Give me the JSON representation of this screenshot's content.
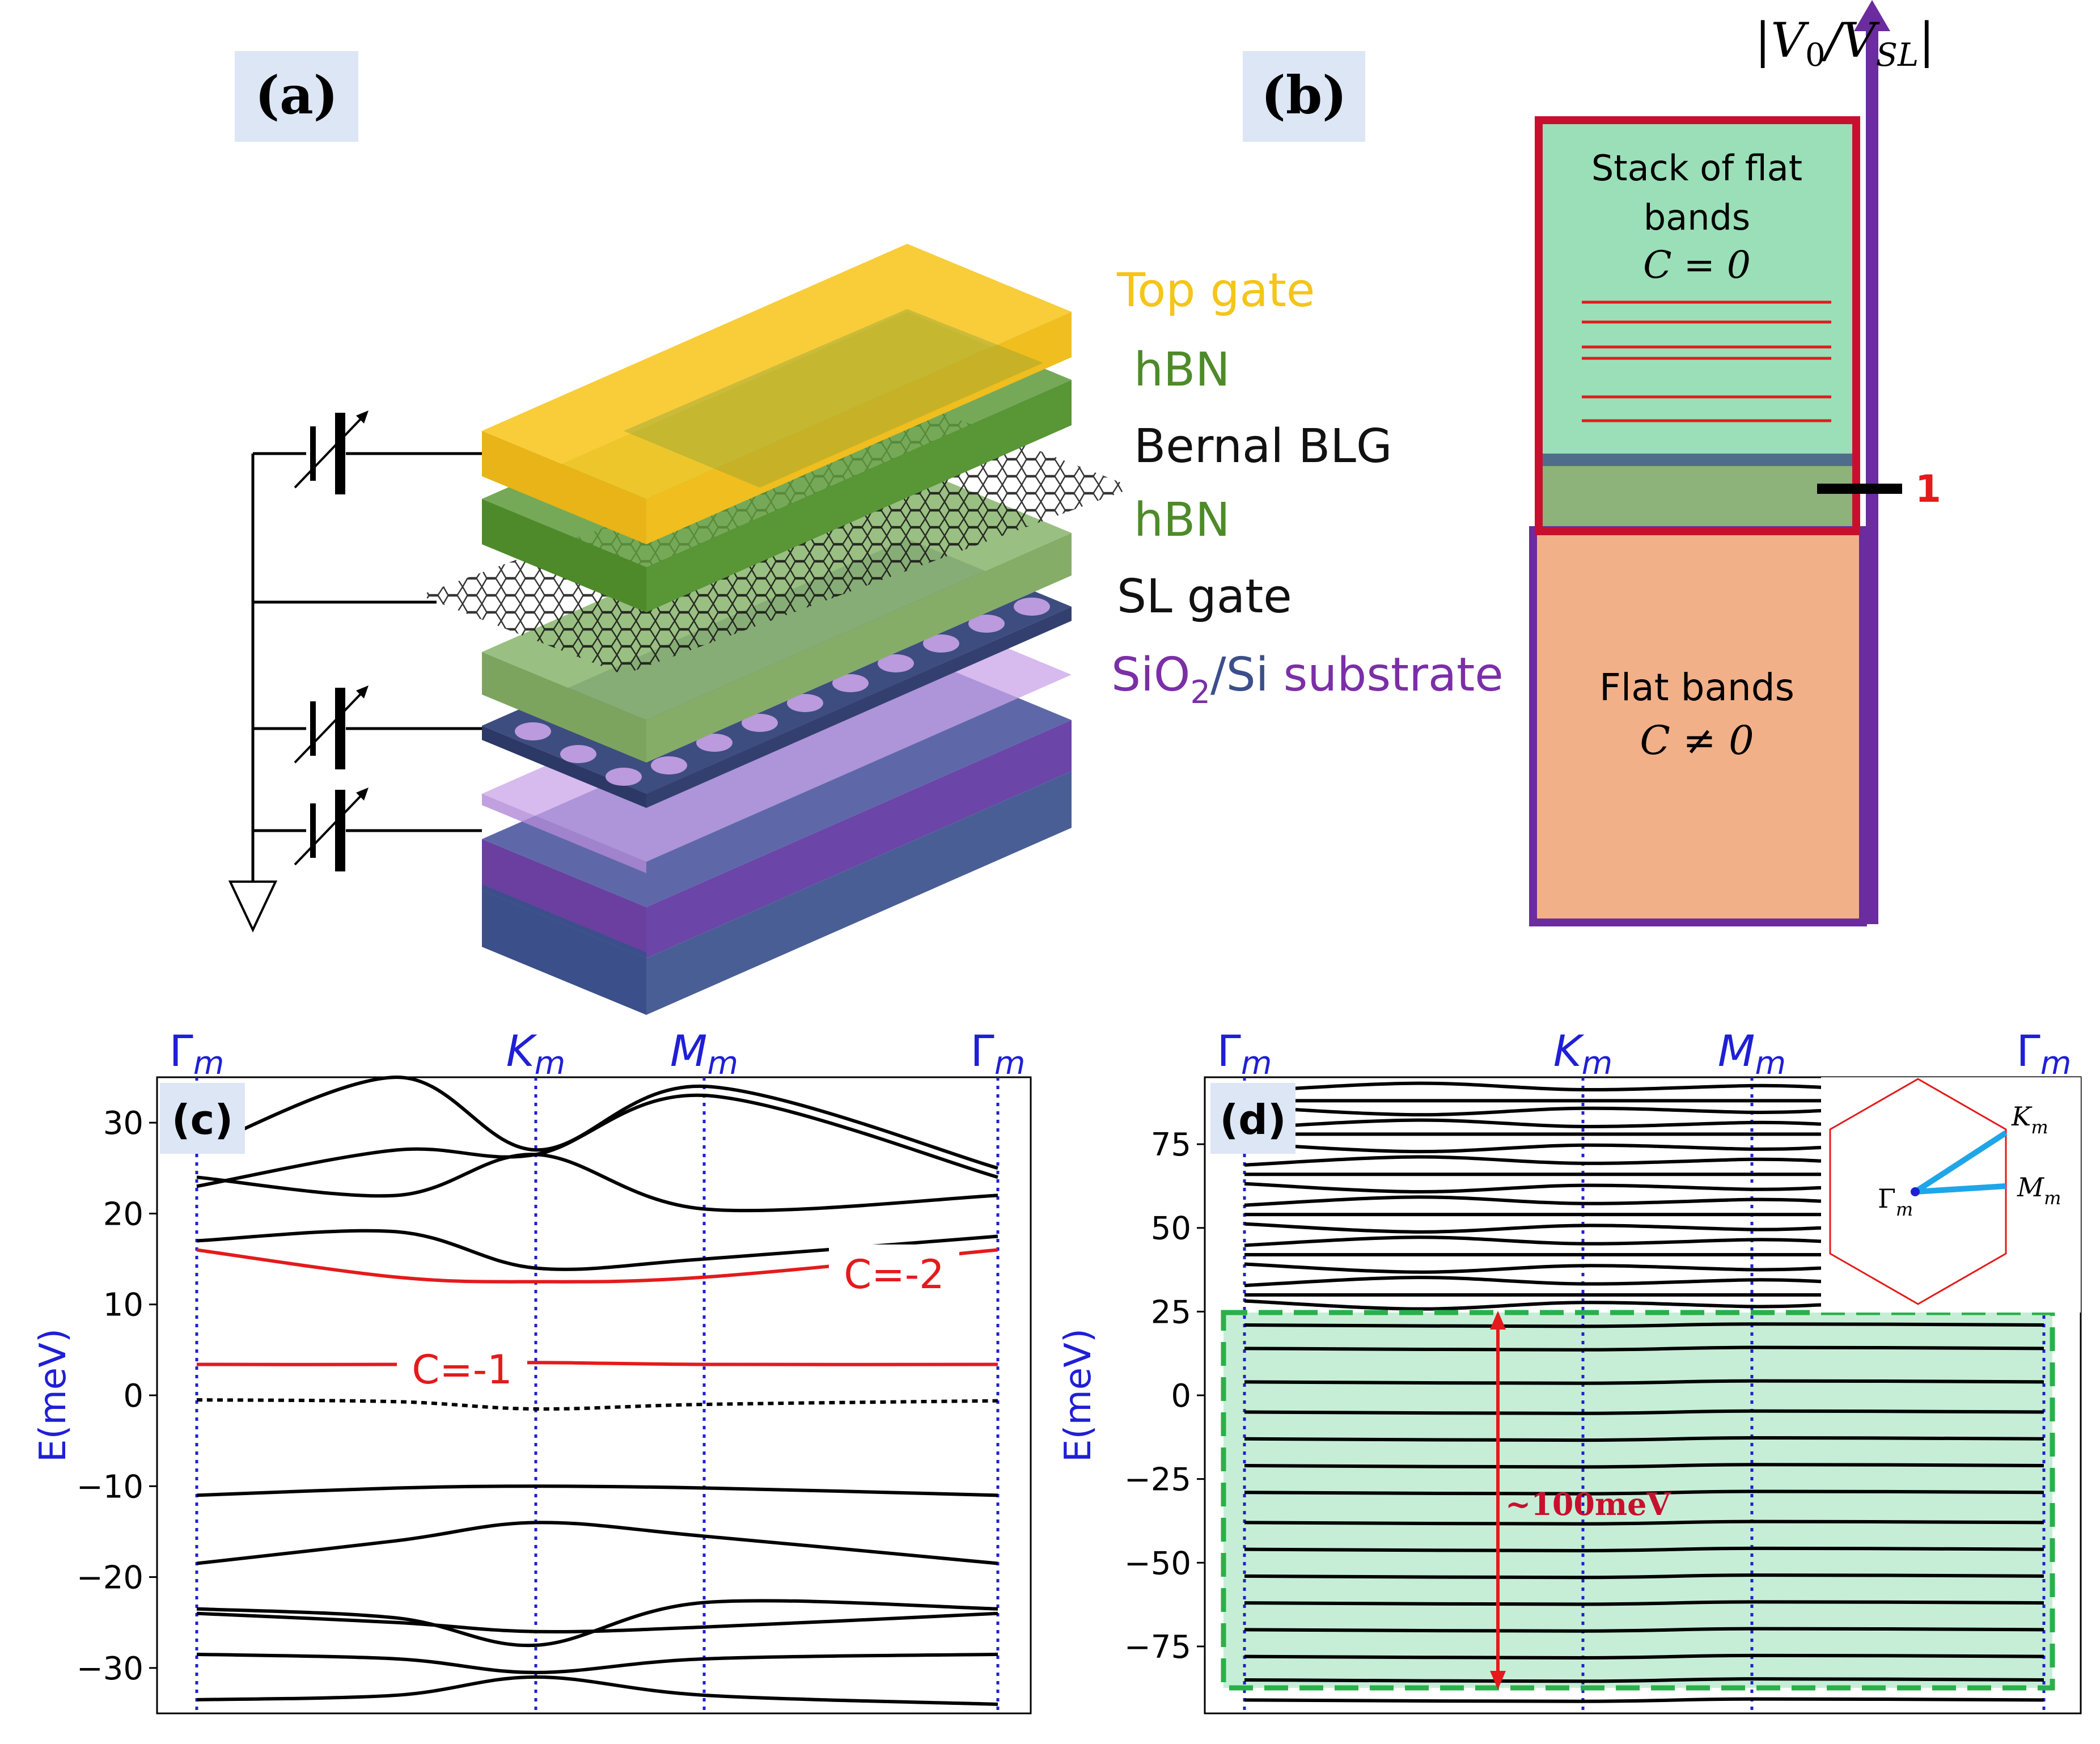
{
  "panel_labels": {
    "a": "(a)",
    "b": "(b)",
    "c": "(c)",
    "d": "(d)"
  },
  "panel_a": {
    "layers": [
      {
        "label": "Top gate",
        "color": "#f5c518"
      },
      {
        "label": "hBN",
        "color": "#4e8a2a"
      },
      {
        "label": "Bernal BLG",
        "color": "#111111"
      },
      {
        "label": "hBN",
        "color": "#4e8a2a"
      },
      {
        "label": "SL gate",
        "color": "#111111"
      }
    ],
    "substrate": {
      "sio": "SiO",
      "sub": "2",
      "slash": "/",
      "si": "Si",
      "word": " substrate",
      "sio_color": "#7b2fa6",
      "si_color": "#3b4f8a"
    },
    "icons": [
      "variable-battery-icon",
      "variable-battery-icon",
      "variable-battery-icon",
      "ground-icon"
    ]
  },
  "panel_b": {
    "axis_label": "|V0/VSL|",
    "top_box": {
      "line1": "Stack of  flat",
      "line2": "bands",
      "chern": "C = 0",
      "color": "#9adfb8"
    },
    "bottom_box": {
      "line1": "Flat bands",
      "chern": "C ≠ 0",
      "color": "#f2b088"
    },
    "marker": "1",
    "frame_color": "#c8102e",
    "axis_color": "#6a2c9e"
  },
  "band_labels": {
    "gamma": "Γ",
    "k": "K",
    "m": "M",
    "sub": "m"
  },
  "panel_c": {
    "ylabel": "E(meV)",
    "ylim": [
      -35,
      35
    ],
    "yticks": [
      "30",
      "20",
      "10",
      "0",
      "−10",
      "−20",
      "−30"
    ],
    "ytick_values": [
      30,
      20,
      10,
      0,
      -10,
      -20,
      -30
    ],
    "annotations": {
      "c2": "C=-2",
      "c1": "C=-1"
    }
  },
  "panel_d": {
    "ylabel": "E(meV)",
    "ylim": [
      -95,
      95
    ],
    "yticks": [
      "75",
      "50",
      "25",
      "0",
      "−25",
      "−50",
      "−75"
    ],
    "ytick_values": [
      75,
      50,
      25,
      0,
      -25,
      -50,
      -75
    ],
    "gap_annotation": "~100meV",
    "inset": {
      "gamma": "Γ",
      "k": "K",
      "m": "M",
      "sub": "m"
    }
  },
  "chart_data": [
    {
      "type": "line",
      "title": "",
      "xlabel": "",
      "ylabel": "E(meV)",
      "x_ticks": [
        "Γm",
        "Km",
        "Mm",
        "Γm"
      ],
      "ylim": [
        -35,
        35
      ],
      "grid": false,
      "series": [
        {
          "values": [
            27,
            35,
            27,
            34,
            25
          ],
          "color": "#000000"
        },
        {
          "values": [
            23,
            27,
            26.5,
            33,
            24
          ],
          "color": "#000000"
        },
        {
          "values": [
            24,
            22,
            26.5,
            20.5,
            22
          ],
          "color": "#000000"
        },
        {
          "values": [
            17,
            18,
            14,
            15,
            17.5
          ],
          "color": "#000000"
        },
        {
          "name": "C=-2",
          "values": [
            16,
            13,
            12.5,
            13,
            16
          ],
          "color": "#e41a1c"
        },
        {
          "name": "C=-1",
          "values": [
            3.4,
            3.4,
            3.6,
            3.4,
            3.4
          ],
          "color": "#e41a1c"
        },
        {
          "values": [
            -0.5,
            -0.7,
            -1.5,
            -1,
            -0.6
          ],
          "color": "#000000"
        },
        {
          "values": [
            -11,
            -10.2,
            -10,
            -10.2,
            -11
          ],
          "color": "#000000"
        },
        {
          "values": [
            -18.5,
            -16,
            -14,
            -15.5,
            -18.5
          ],
          "color": "#000000"
        },
        {
          "values": [
            -23.5,
            -24.5,
            -27.5,
            -22.8,
            -23.5
          ],
          "color": "#000000"
        },
        {
          "values": [
            -24,
            -25,
            -26,
            -25.5,
            -24
          ],
          "color": "#000000"
        },
        {
          "values": [
            -28.5,
            -29,
            -30.5,
            -29,
            -28.5
          ],
          "color": "#000000"
        },
        {
          "values": [
            -33.5,
            -33,
            -31,
            -33,
            -34
          ],
          "color": "#000000"
        }
      ]
    },
    {
      "type": "line",
      "title": "",
      "xlabel": "",
      "ylabel": "E(meV)",
      "x_ticks": [
        "Γm",
        "Km",
        "Mm",
        "Γm"
      ],
      "ylim": [
        -95,
        95
      ],
      "grid": false,
      "series_levels_upper": [
        92,
        88,
        85,
        81,
        78,
        74,
        70,
        66,
        62,
        58,
        54,
        50,
        46,
        42,
        38,
        34,
        30,
        27
      ],
      "series_levels_lower": [
        21,
        14,
        4,
        -5,
        -13,
        -21,
        -29,
        -38,
        -46,
        -54,
        -62,
        -70,
        -78,
        -85,
        -91
      ]
    }
  ]
}
